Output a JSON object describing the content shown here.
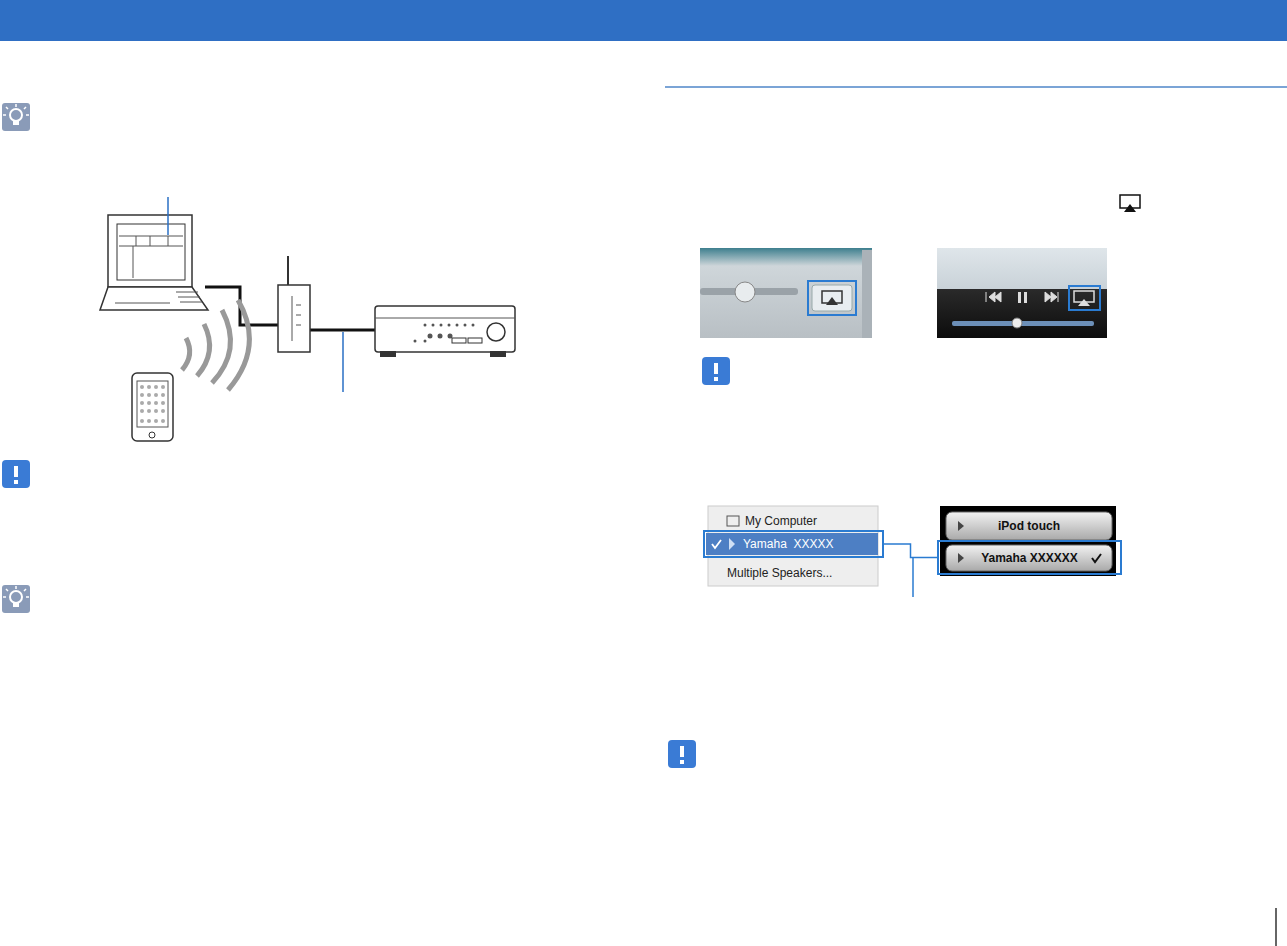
{
  "diagram": {
    "nodes": [
      {
        "text": [
          "Yamaha  XXXXX"
        ]
      },
      {
        "text": [
          "iPod touch"
        ]
      },
      {
        "text": [
          "Yamaha XXXXXX"
        ]
      }
    ],
    "edges": [
      {
        "from": 0,
        "to": 2,
        "arrow": "none"
      }
    ],
    "labels": [
      "My Computer",
      "Multiple Speakers..."
    ]
  }
}
